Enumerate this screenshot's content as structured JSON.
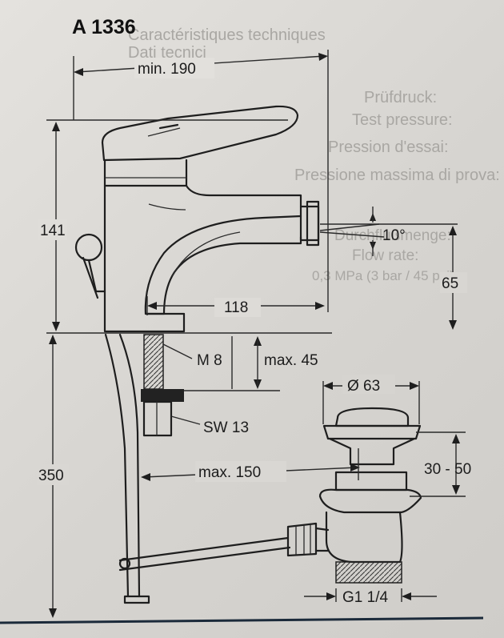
{
  "title": "A 1336",
  "background_text": [
    "Caractéristiques techniques",
    "Dati tecnici",
    "Prüfdruck:",
    "Test pressure:",
    "Pression d'essai:",
    "Pressione massima di prova:",
    "Durchflußmenge:",
    "Flow rate:",
    "0,3 MPa (3 bar / 45 psi)"
  ],
  "dimensions": {
    "min_width": "min. 190",
    "height_body": "141",
    "angle": "10°",
    "outlet_height": "65",
    "spout_reach": "118",
    "thread": "M 8",
    "thread_length": "max. 45",
    "wrench_size": "SW 13",
    "rod_length": "max. 150",
    "total_height": "350",
    "waste_diameter": "Ø 63",
    "waste_adjust": "30 - 50",
    "waste_thread": "G1 1/4"
  }
}
